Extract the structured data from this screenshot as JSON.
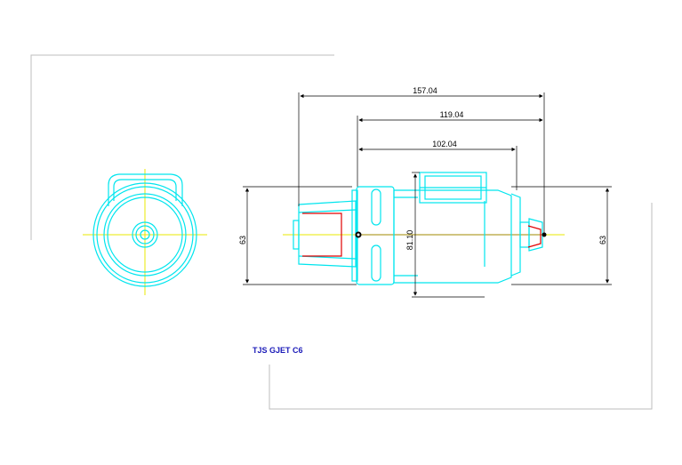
{
  "drawing": {
    "title": "TJS GJET C6",
    "dimensions": {
      "overall_length": "157.04",
      "length_mid": "119.04",
      "length_short": "102.04",
      "height_left": "63",
      "diameter_body": "81.10",
      "height_right": "63"
    },
    "colors": {
      "outline": "#00e5ee",
      "red": "#e00000",
      "centerline": "#e8e800",
      "dimension": "#000000",
      "title": "#1a1ab8",
      "border": "#bdbdbd"
    }
  }
}
